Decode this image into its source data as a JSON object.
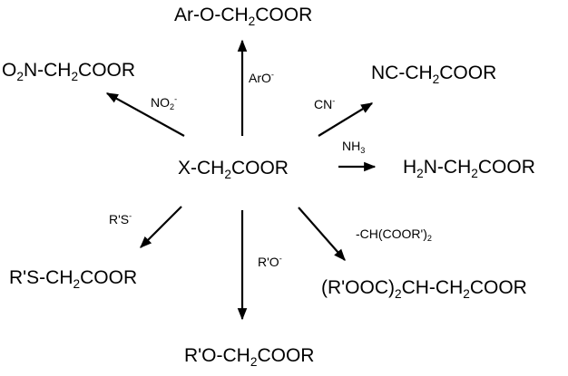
{
  "center": {
    "pre": "X-CH",
    "sub": "2",
    "post": "COOR"
  },
  "products": {
    "aryloxy": {
      "pre": "Ar-O-CH",
      "sub": "2",
      "post": "COOR"
    },
    "nitro": {
      "a": "O",
      "sub1": "2",
      "b": "N-CH",
      "sub2": "2",
      "c": "COOR"
    },
    "cyano": {
      "pre": "NC-CH",
      "sub": "2",
      "post": "COOR"
    },
    "amino": {
      "a": "H",
      "sub1": "2",
      "b": "N-CH",
      "sub2": "2",
      "c": "COOR"
    },
    "thio": {
      "pre": "R'S-CH",
      "sub": "2",
      "post": "COOR"
    },
    "alkoxy": {
      "pre": "R'O-CH",
      "sub": "2",
      "post": "COOR"
    },
    "malonate": {
      "a": "(R'OOC)",
      "sub1": "2",
      "b": "CH-CH",
      "sub2": "2",
      "c": "COOR"
    }
  },
  "reagents": {
    "aryloxide": {
      "base": "ArO",
      "sup": "-"
    },
    "nitrite": {
      "base": "NO",
      "sub": "2",
      "sup": "-"
    },
    "cyanide": {
      "base": "CN",
      "sup": "-"
    },
    "ammonia": {
      "base": "NH",
      "sub": "3"
    },
    "thiolate": {
      "base": "R'S",
      "sup": "-"
    },
    "alkoxide": {
      "base": "R'O",
      "sup": "-"
    },
    "malonate_anion": {
      "base": "-CH(COOR')",
      "sub": "2"
    }
  }
}
